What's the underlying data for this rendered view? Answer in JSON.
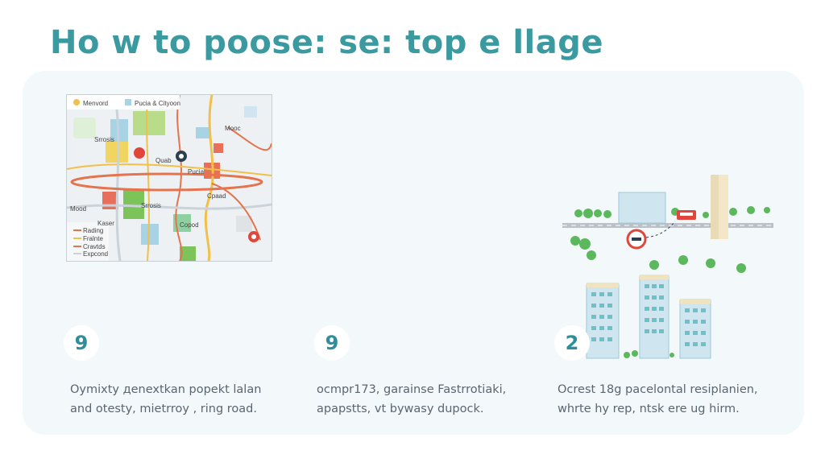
{
  "title": "Ho w to poose: se: top e llage",
  "map": {
    "legend_top": [
      "Menvord",
      "Pucia & Cityoon"
    ],
    "labels": [
      "Srrosis",
      "Quab",
      "Pucia",
      "Srrosis",
      "Mooc",
      "Kaser",
      "Copod",
      "Cpaad",
      "Mood"
    ],
    "key_items": [
      "Rading",
      "Fralnte",
      "Cravtds",
      "Expcond"
    ],
    "colors": {
      "primary": "#3a9aa0",
      "ring_road": "#e4734e",
      "pin_red": "#e0463c",
      "park": "#7cc45a"
    }
  },
  "steps": [
    {
      "number": "9",
      "lines": [
        "Oymixty деnextkan popekt lalan",
        "and otesty, mietrroy , ring road."
      ]
    },
    {
      "number": "9",
      "lines": [
        "ocmpr173, garainse Fastrrotiaki,",
        "apapstts, vt bywasy dupock."
      ]
    },
    {
      "number": "2",
      "lines": [
        "Ocrest 18g pacelontal resiplanien,",
        "whrte hy rep, ntsk ere ug hirm."
      ]
    }
  ]
}
